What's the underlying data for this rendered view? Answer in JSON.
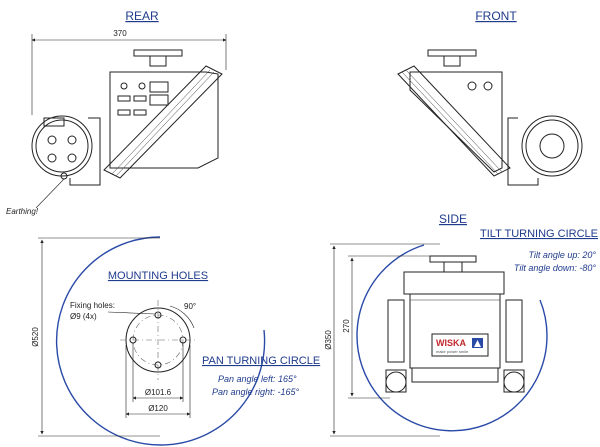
{
  "views": {
    "rear": "REAR",
    "front": "FRONT",
    "side": "SIDE",
    "mounting": "MOUNTING HOLES"
  },
  "dimensions": {
    "width_top": "370",
    "height_left": "Ø520",
    "height_side_outer": "Ø350",
    "height_side_inner": "270",
    "bolt_circle": "Ø101.6",
    "base": "Ø120",
    "angle": "90°"
  },
  "labels": {
    "earthing": "Earthing!",
    "fixing_holes_1": "Fixing holes:",
    "fixing_holes_2": "Ø9 (4x)"
  },
  "tilt": {
    "title": "TILT TURNING CIRCLE",
    "up": "Tilt angle up: 20°",
    "down": "Tilt angle down: -80°"
  },
  "pan": {
    "title": "PAN TURNING CIRCLE",
    "left": "Pan angle left: 165°",
    "right": "Pan angle right: -165°"
  },
  "brand": {
    "name": "WISKA",
    "tagline": "make power smile"
  },
  "colors": {
    "heading": "#1f3b8c",
    "circle": "#2a4aa8",
    "brand": "#c0282d"
  }
}
